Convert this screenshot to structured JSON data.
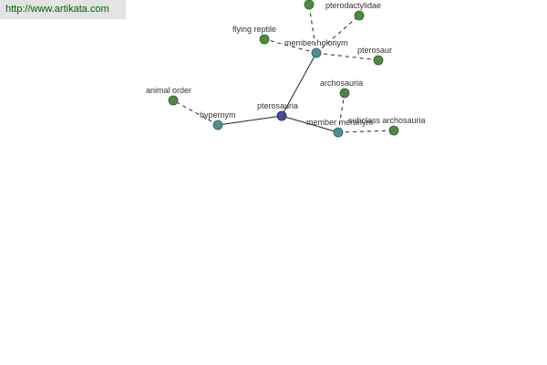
{
  "watermark": "http://www.artikata.com",
  "colors": {
    "center_node": "#4a4aa0",
    "relation_node": "#4a9090",
    "term_node": "#4e8a3e"
  },
  "graph": {
    "center": {
      "id": "pterosauria",
      "label": "pterosauria"
    },
    "relations": [
      {
        "id": "member_holonym",
        "label": "member holonym"
      },
      {
        "id": "hypernym",
        "label": "hypernym"
      },
      {
        "id": "member_meronym",
        "label": "member meronym"
      }
    ],
    "terms": [
      {
        "id": "t_top",
        "label": "",
        "relation": "member_holonym"
      },
      {
        "id": "pterodactylidae",
        "label": "pterodactylidae",
        "relation": "member_holonym"
      },
      {
        "id": "flying_reptile",
        "label": "flying reptile",
        "relation": "member_holonym"
      },
      {
        "id": "pterosaur",
        "label": "pterosaur",
        "relation": "member_holonym"
      },
      {
        "id": "animal_order",
        "label": "animal order",
        "relation": "hypernym"
      },
      {
        "id": "archosauria",
        "label": "archosauria",
        "relation": "member_meronym"
      },
      {
        "id": "subclass_archosauria",
        "label": "subclass archosauria",
        "relation": "member_meronym"
      }
    ]
  }
}
